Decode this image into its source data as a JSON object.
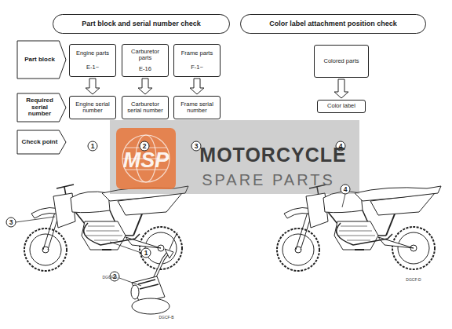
{
  "diagram": {
    "nodes": [
      {
        "text": [
          "Part block and serial number check"
        ]
      },
      {
        "text": [
          "Color label attachment position check"
        ]
      },
      {
        "text": [
          "Part block"
        ]
      },
      {
        "text": [
          "Engine parts",
          "E-1~"
        ]
      },
      {
        "text": [
          "Carburetor parts",
          "E-16"
        ]
      },
      {
        "text": [
          "Frame parts",
          "F-1~"
        ]
      },
      {
        "text": [
          "Required serial number"
        ]
      },
      {
        "text": [
          "Engine serial number"
        ]
      },
      {
        "text": [
          "Carburetor serial number"
        ]
      },
      {
        "text": [
          "Frame serial number"
        ]
      },
      {
        "text": [
          "Check point"
        ]
      },
      {
        "text": [
          "Colored parts"
        ]
      },
      {
        "text": [
          "Color label"
        ]
      }
    ],
    "edges": [
      {
        "from": 3,
        "to": 7,
        "arrow": "to"
      },
      {
        "from": 4,
        "to": 8,
        "arrow": "to"
      },
      {
        "from": 5,
        "to": 9,
        "arrow": "to"
      },
      {
        "from": 11,
        "to": 12,
        "arrow": "to"
      }
    ],
    "labels": [
      "1",
      "2",
      "3",
      "4",
      "3",
      "1",
      "2",
      "4",
      "DGCF-A",
      "DGCF-B",
      "DGCF-D",
      "MSP",
      "MOTORCYCLE",
      "SPARE PARTS"
    ]
  }
}
